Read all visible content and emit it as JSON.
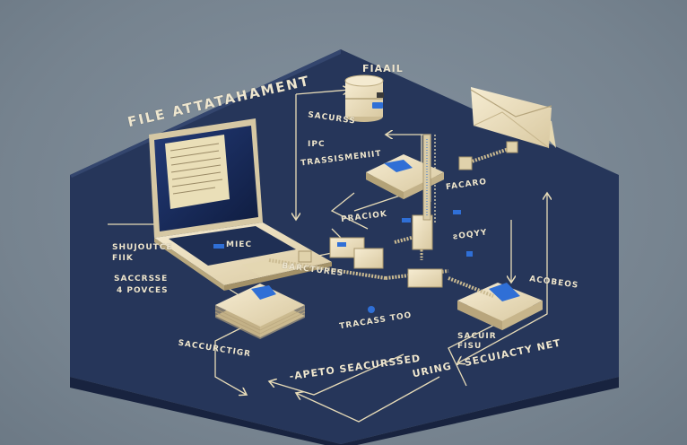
{
  "diagram": {
    "title": "FILE ATTATAHAMENT",
    "colors": {
      "background": "#7d8b98",
      "platform_top": "#26365a",
      "platform_side": "#1b2847",
      "object_cream": "#efe3c4",
      "line_cream": "#e8dcb8",
      "accent_blue": "#2f6fd6"
    },
    "labels": {
      "fiaail": "FIAAIL",
      "sacurss": "SACURSS",
      "ipc": "IPC",
      "trassimenit": "TRASSISMENIIT",
      "facaro": "FACARO",
      "pracion": "PRACIOK",
      "mlec": "MIEC",
      "shujource": "SHUJOUTCE",
      "fiik": "FIIK",
      "saccresse": "SACCRSSE",
      "poyces": "4 POVCES",
      "barctures": "BARCTURES",
      "thacass": "TRACASS TOO",
      "acobeos": "ACOBEOS",
      "sacur_fisu": "SACUIR",
      "fisu": "FISU",
      "saccurctigr": "SACCURCTIGR",
      "apeto": "-APETO SEACURSSED",
      "uring": "URING · SECUIACTY NET",
      "scribble": "ƨOQYY"
    },
    "nodes": [
      {
        "id": "laptop",
        "icon": "laptop-icon"
      },
      {
        "id": "database",
        "icon": "database-icon"
      },
      {
        "id": "envelope",
        "icon": "envelope-icon"
      },
      {
        "id": "file-stack-top",
        "icon": "file-stack-icon"
      },
      {
        "id": "file-stack-left",
        "icon": "file-stack-icon"
      },
      {
        "id": "file-stack-right",
        "icon": "file-stack-icon"
      },
      {
        "id": "connector-hub",
        "icon": "connector-icon"
      }
    ]
  }
}
